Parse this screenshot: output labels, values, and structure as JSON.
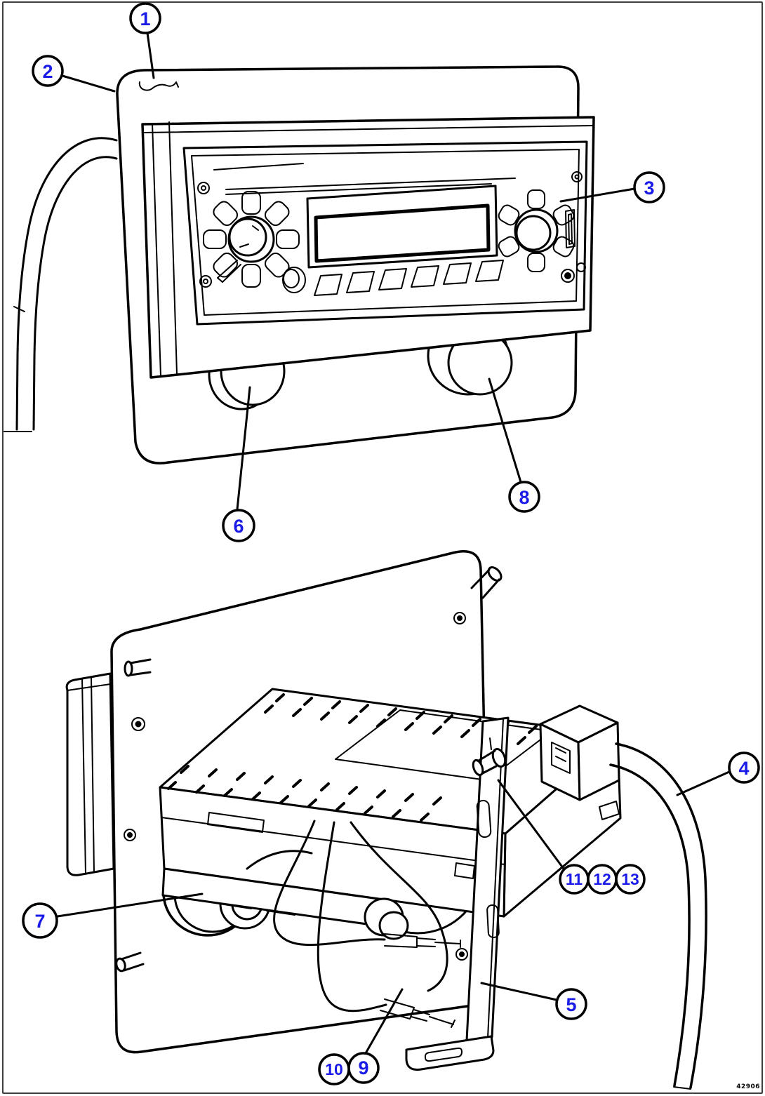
{
  "figure": {
    "code": "42906"
  },
  "colors": {
    "background": "#ffffff",
    "line-art": "#000000",
    "callout-text": "#1b1be8",
    "border": "#3f3f3f"
  },
  "callouts": [
    {
      "label": "1"
    },
    {
      "label": "2"
    },
    {
      "label": "3"
    },
    {
      "label": "4"
    },
    {
      "label": "5"
    },
    {
      "label": "6"
    },
    {
      "label": "7"
    },
    {
      "label": "8"
    },
    {
      "label": "9"
    },
    {
      "label": "10"
    },
    {
      "label": "11"
    },
    {
      "label": "12"
    },
    {
      "label": "13"
    }
  ]
}
